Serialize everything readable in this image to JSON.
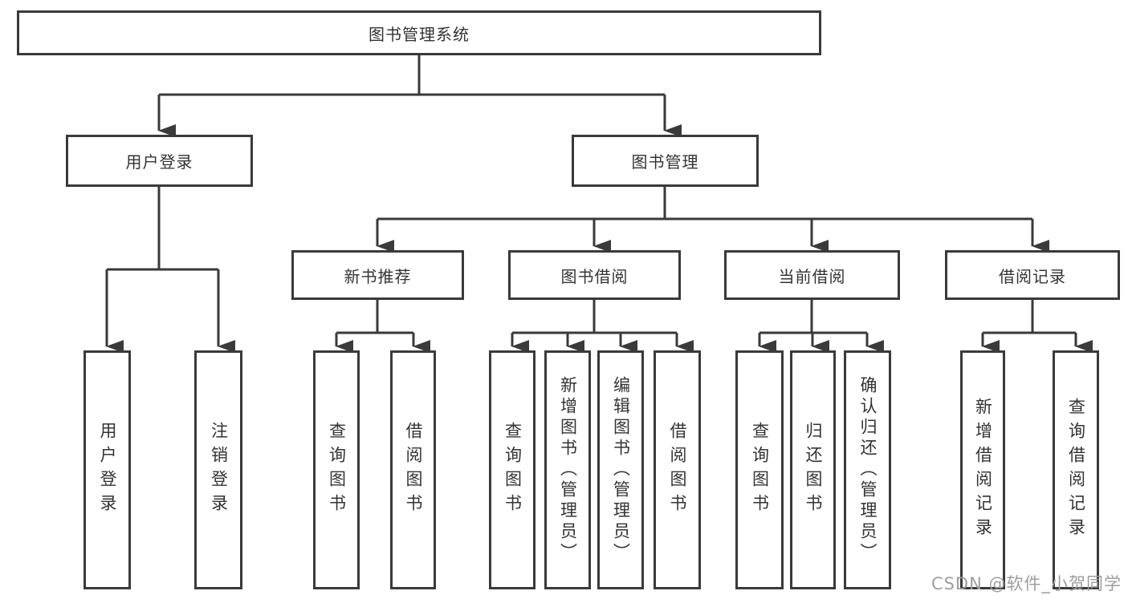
{
  "diagram_title": "图书管理系统",
  "colors": {
    "line": "#3a3a3a",
    "box_border": "#3a3a3a",
    "text": "#333333",
    "watermark": "#9e9e9e",
    "background": "#ffffff"
  },
  "tree": {
    "root": {
      "label": "图书管理系统"
    },
    "branches": [
      {
        "label": "用户登录",
        "children": [
          {
            "label": "用户登录"
          },
          {
            "label": "注销登录"
          }
        ]
      },
      {
        "label": "图书管理",
        "children": [
          {
            "label": "新书推荐",
            "children": [
              {
                "label": "查询图书"
              },
              {
                "label": "借阅图书"
              }
            ]
          },
          {
            "label": "图书借阅",
            "children": [
              {
                "label": "查询图书"
              },
              {
                "label": "新增图书（管理员）"
              },
              {
                "label": "编辑图书（管理员）"
              },
              {
                "label": "借阅图书"
              }
            ]
          },
          {
            "label": "当前借阅",
            "children": [
              {
                "label": "查询图书"
              },
              {
                "label": "归还图书"
              },
              {
                "label": "确认归还（管理员）"
              }
            ]
          },
          {
            "label": "借阅记录",
            "children": [
              {
                "label": "新增借阅记录"
              },
              {
                "label": "查询借阅记录"
              }
            ]
          }
        ]
      }
    ]
  },
  "watermark": "CSDN @软件_小贺同学"
}
